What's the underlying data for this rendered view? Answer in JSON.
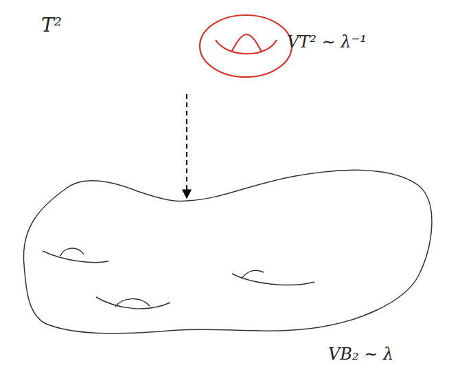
{
  "diagram": {
    "nodes": [
      {
        "text": [
          "T²",
          "VT² ∼ λ⁻¹"
        ]
      },
      {
        "text": [
          "VB₂ ∼ λ"
        ]
      }
    ],
    "edges": [
      {
        "from": 0,
        "to": 1,
        "arrow": "to"
      }
    ]
  }
}
